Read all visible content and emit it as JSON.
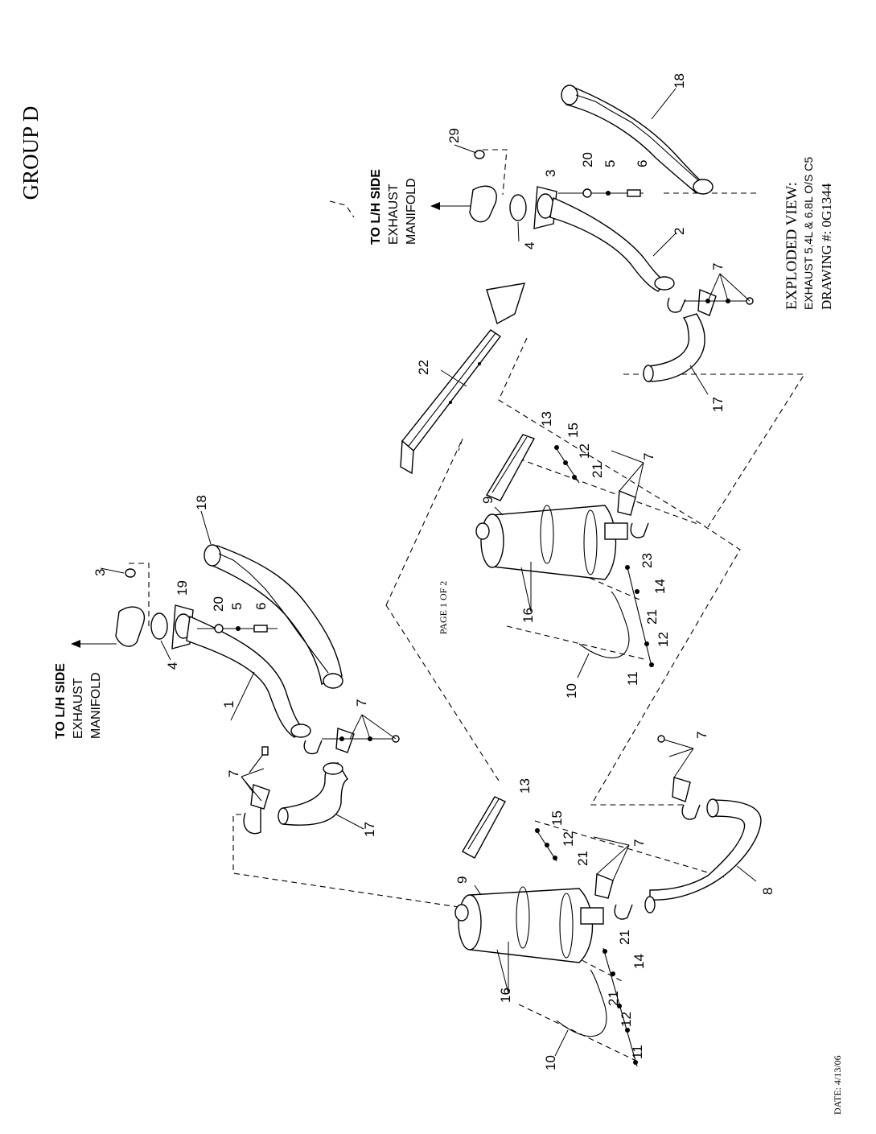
{
  "header": {
    "group": "GROUP D"
  },
  "footer": {
    "page": "PAGE 1 OF 2",
    "date": "DATE: 4/13/06"
  },
  "title_block": {
    "line1": "EXPLODED VIEW:",
    "line2": "EXHAUST 5.4L & 6.8L O/S C5",
    "line3": "DRAWING #: 0G1344"
  },
  "notes": {
    "manifold_left": [
      "TO L/H SIDE",
      "EXHAUST",
      "MANIFOLD"
    ],
    "manifold_right": [
      "TO L/H SIDE",
      "EXHAUST",
      "MANIFOLD"
    ]
  },
  "callouts": {
    "c3a": "3",
    "c19": "19",
    "c20a": "20",
    "c5a": "5",
    "c6a": "6",
    "c4a": "4",
    "c18a": "18",
    "c1": "1",
    "c7a": "7",
    "c7b": "7",
    "c17a": "17",
    "c29": "29",
    "c3b": "3",
    "c20b": "20",
    "c5b": "5",
    "c6b": "6",
    "c4b": "4",
    "c18b": "18",
    "c2": "2",
    "c7c": "7",
    "c17b": "17",
    "c22": "22",
    "c13a": "13",
    "c15a": "15",
    "c12a": "12",
    "c21a": "21",
    "c7d": "7",
    "c9a": "9",
    "c16a": "16",
    "c23": "23",
    "c14a": "14",
    "c21b": "21",
    "c12b": "12",
    "c11a": "11",
    "c10a": "10",
    "c13b": "13",
    "c15b": "15",
    "c12c": "12",
    "c21c": "21",
    "c7e": "7",
    "c9b": "9",
    "c16b": "16",
    "c21d": "21",
    "c14b": "14",
    "c21e": "21",
    "c12d": "12",
    "c11b": "11",
    "c10b": "10",
    "c7f": "7",
    "c8": "8"
  }
}
